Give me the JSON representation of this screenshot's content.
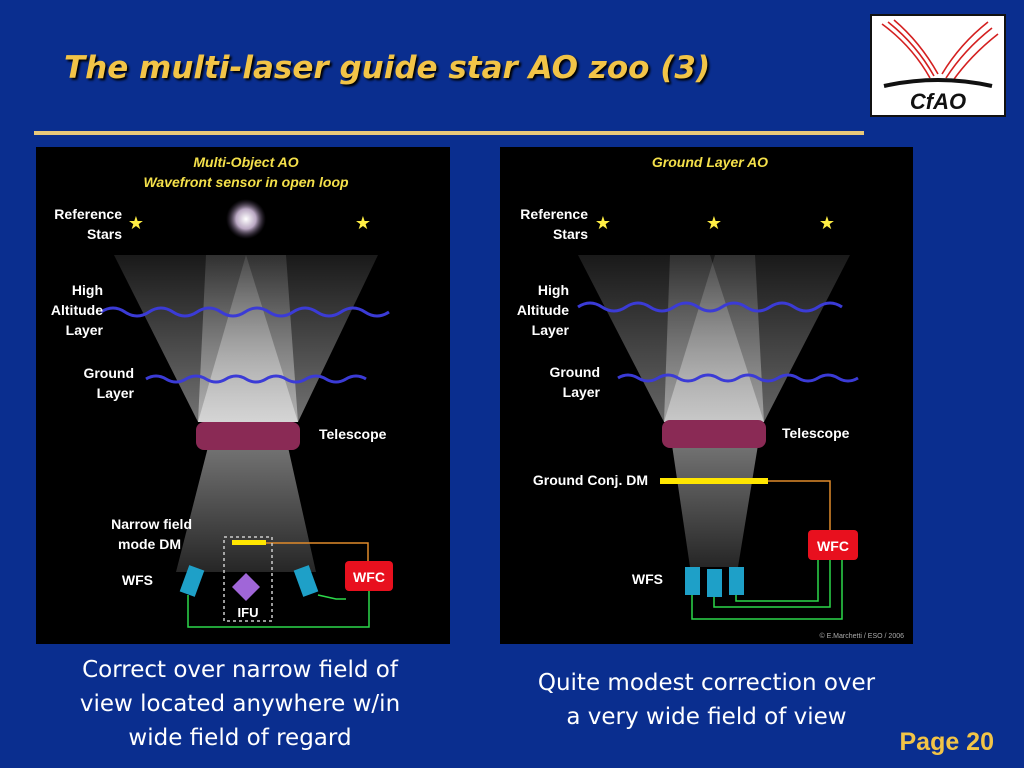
{
  "slide": {
    "title": "The multi-laser guide star AO zoo (3)",
    "page_label": "Page 20"
  },
  "logo": {
    "text": "CfAO"
  },
  "left_panel": {
    "heading_line1": "Multi-Object AO",
    "heading_line2": "Wavefront sensor in open loop",
    "reference_line1": "Reference",
    "reference_line2": "Stars",
    "high_line1": "High",
    "high_line2": "Altitude",
    "high_line3": "Layer",
    "ground_line1": "Ground",
    "ground_line2": "Layer",
    "telescope": "Telescope",
    "dm_line1": "Narrow field",
    "dm_line2": "mode DM",
    "wfs": "WFS",
    "ifu": "IFU",
    "wfc": "WFC"
  },
  "right_panel": {
    "heading": "Ground Layer AO",
    "reference_line1": "Reference",
    "reference_line2": "Stars",
    "high_line1": "High",
    "high_line2": "Altitude",
    "high_line3": "Layer",
    "ground_line1": "Ground",
    "ground_line2": "Layer",
    "telescope": "Telescope",
    "dm": "Ground Conj. DM",
    "wfs": "WFS",
    "wfc": "WFC",
    "credit": "© E.Marchetti / ESO / 2006"
  },
  "captions": {
    "left_line1": "Correct over narrow field of",
    "left_line2": "view located anywhere w/in",
    "left_line3": "wide field of regard",
    "right_line1": "Quite modest correction over",
    "right_line2": "a very wide field of view"
  },
  "colors": {
    "background": "#0a2e8f",
    "title": "#f2c447",
    "rule": "#e8c87a",
    "heading_text": "#f4e04a",
    "star": "#ffee44",
    "turbulence": "#3b3bd6",
    "telescope": "#8a2a55",
    "dm": "#ffe600",
    "wfc": "#e8101e",
    "wfs": "#1ea0c8",
    "loop_green": "#2cd84a",
    "loop_orange": "#e08a2a"
  }
}
